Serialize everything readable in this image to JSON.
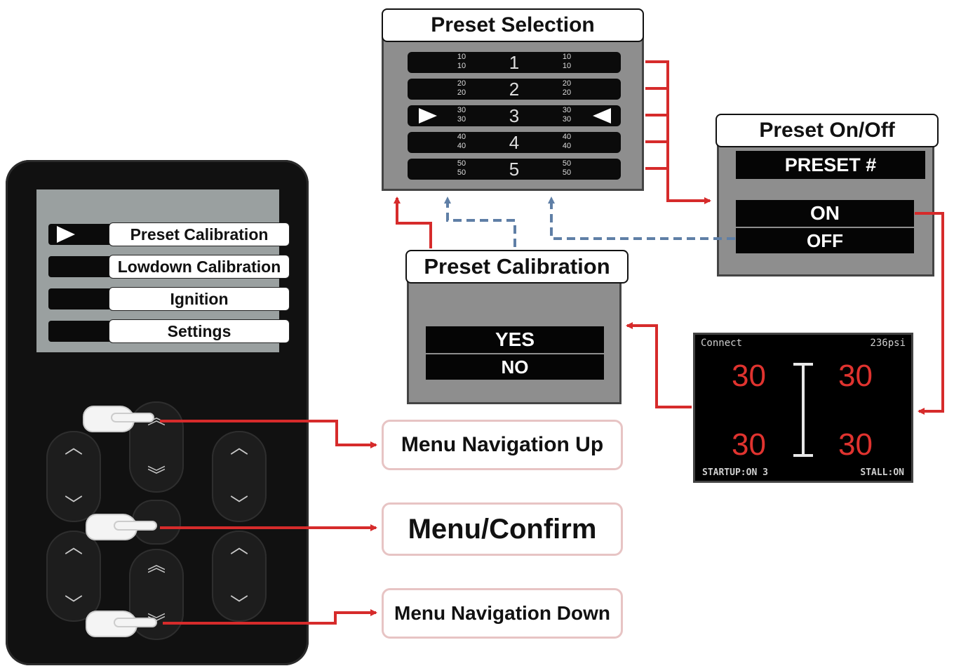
{
  "remote": {
    "menu_items": [
      "Preset Calibration",
      "Lowdown Calibration",
      "Ignition",
      "Settings"
    ]
  },
  "preset_selection": {
    "title": "Preset Selection",
    "rows": [
      {
        "label": "1",
        "left": [
          "10",
          "10"
        ],
        "right": [
          "10",
          "10"
        ]
      },
      {
        "label": "2",
        "left": [
          "20",
          "20"
        ],
        "right": [
          "20",
          "20"
        ]
      },
      {
        "label": "3",
        "left": [
          "30",
          "30"
        ],
        "right": [
          "30",
          "30"
        ]
      },
      {
        "label": "4",
        "left": [
          "40",
          "40"
        ],
        "right": [
          "40",
          "40"
        ]
      },
      {
        "label": "5",
        "left": [
          "50",
          "50"
        ],
        "right": [
          "50",
          "50"
        ]
      }
    ]
  },
  "preset_onoff": {
    "title": "Preset On/Off",
    "preset_label": "PRESET #",
    "on": "ON",
    "off": "OFF"
  },
  "preset_calibration": {
    "title": "Preset Calibration",
    "yes": "YES",
    "no": "NO"
  },
  "status_display": {
    "connect": "Connect",
    "pressure": "236psi",
    "front_left": "30",
    "front_right": "30",
    "rear_left": "30",
    "rear_right": "30",
    "startup": "STARTUP:ON 3",
    "stall": "STALL:ON"
  },
  "callouts": {
    "nav_up": "Menu Navigation Up",
    "confirm": "Menu/Confirm",
    "nav_down": "Menu Navigation Down"
  },
  "colors": {
    "arrow_red": "#d62b2b",
    "arrow_blue": "#5f7fa6",
    "value_red": "#e0332f"
  }
}
